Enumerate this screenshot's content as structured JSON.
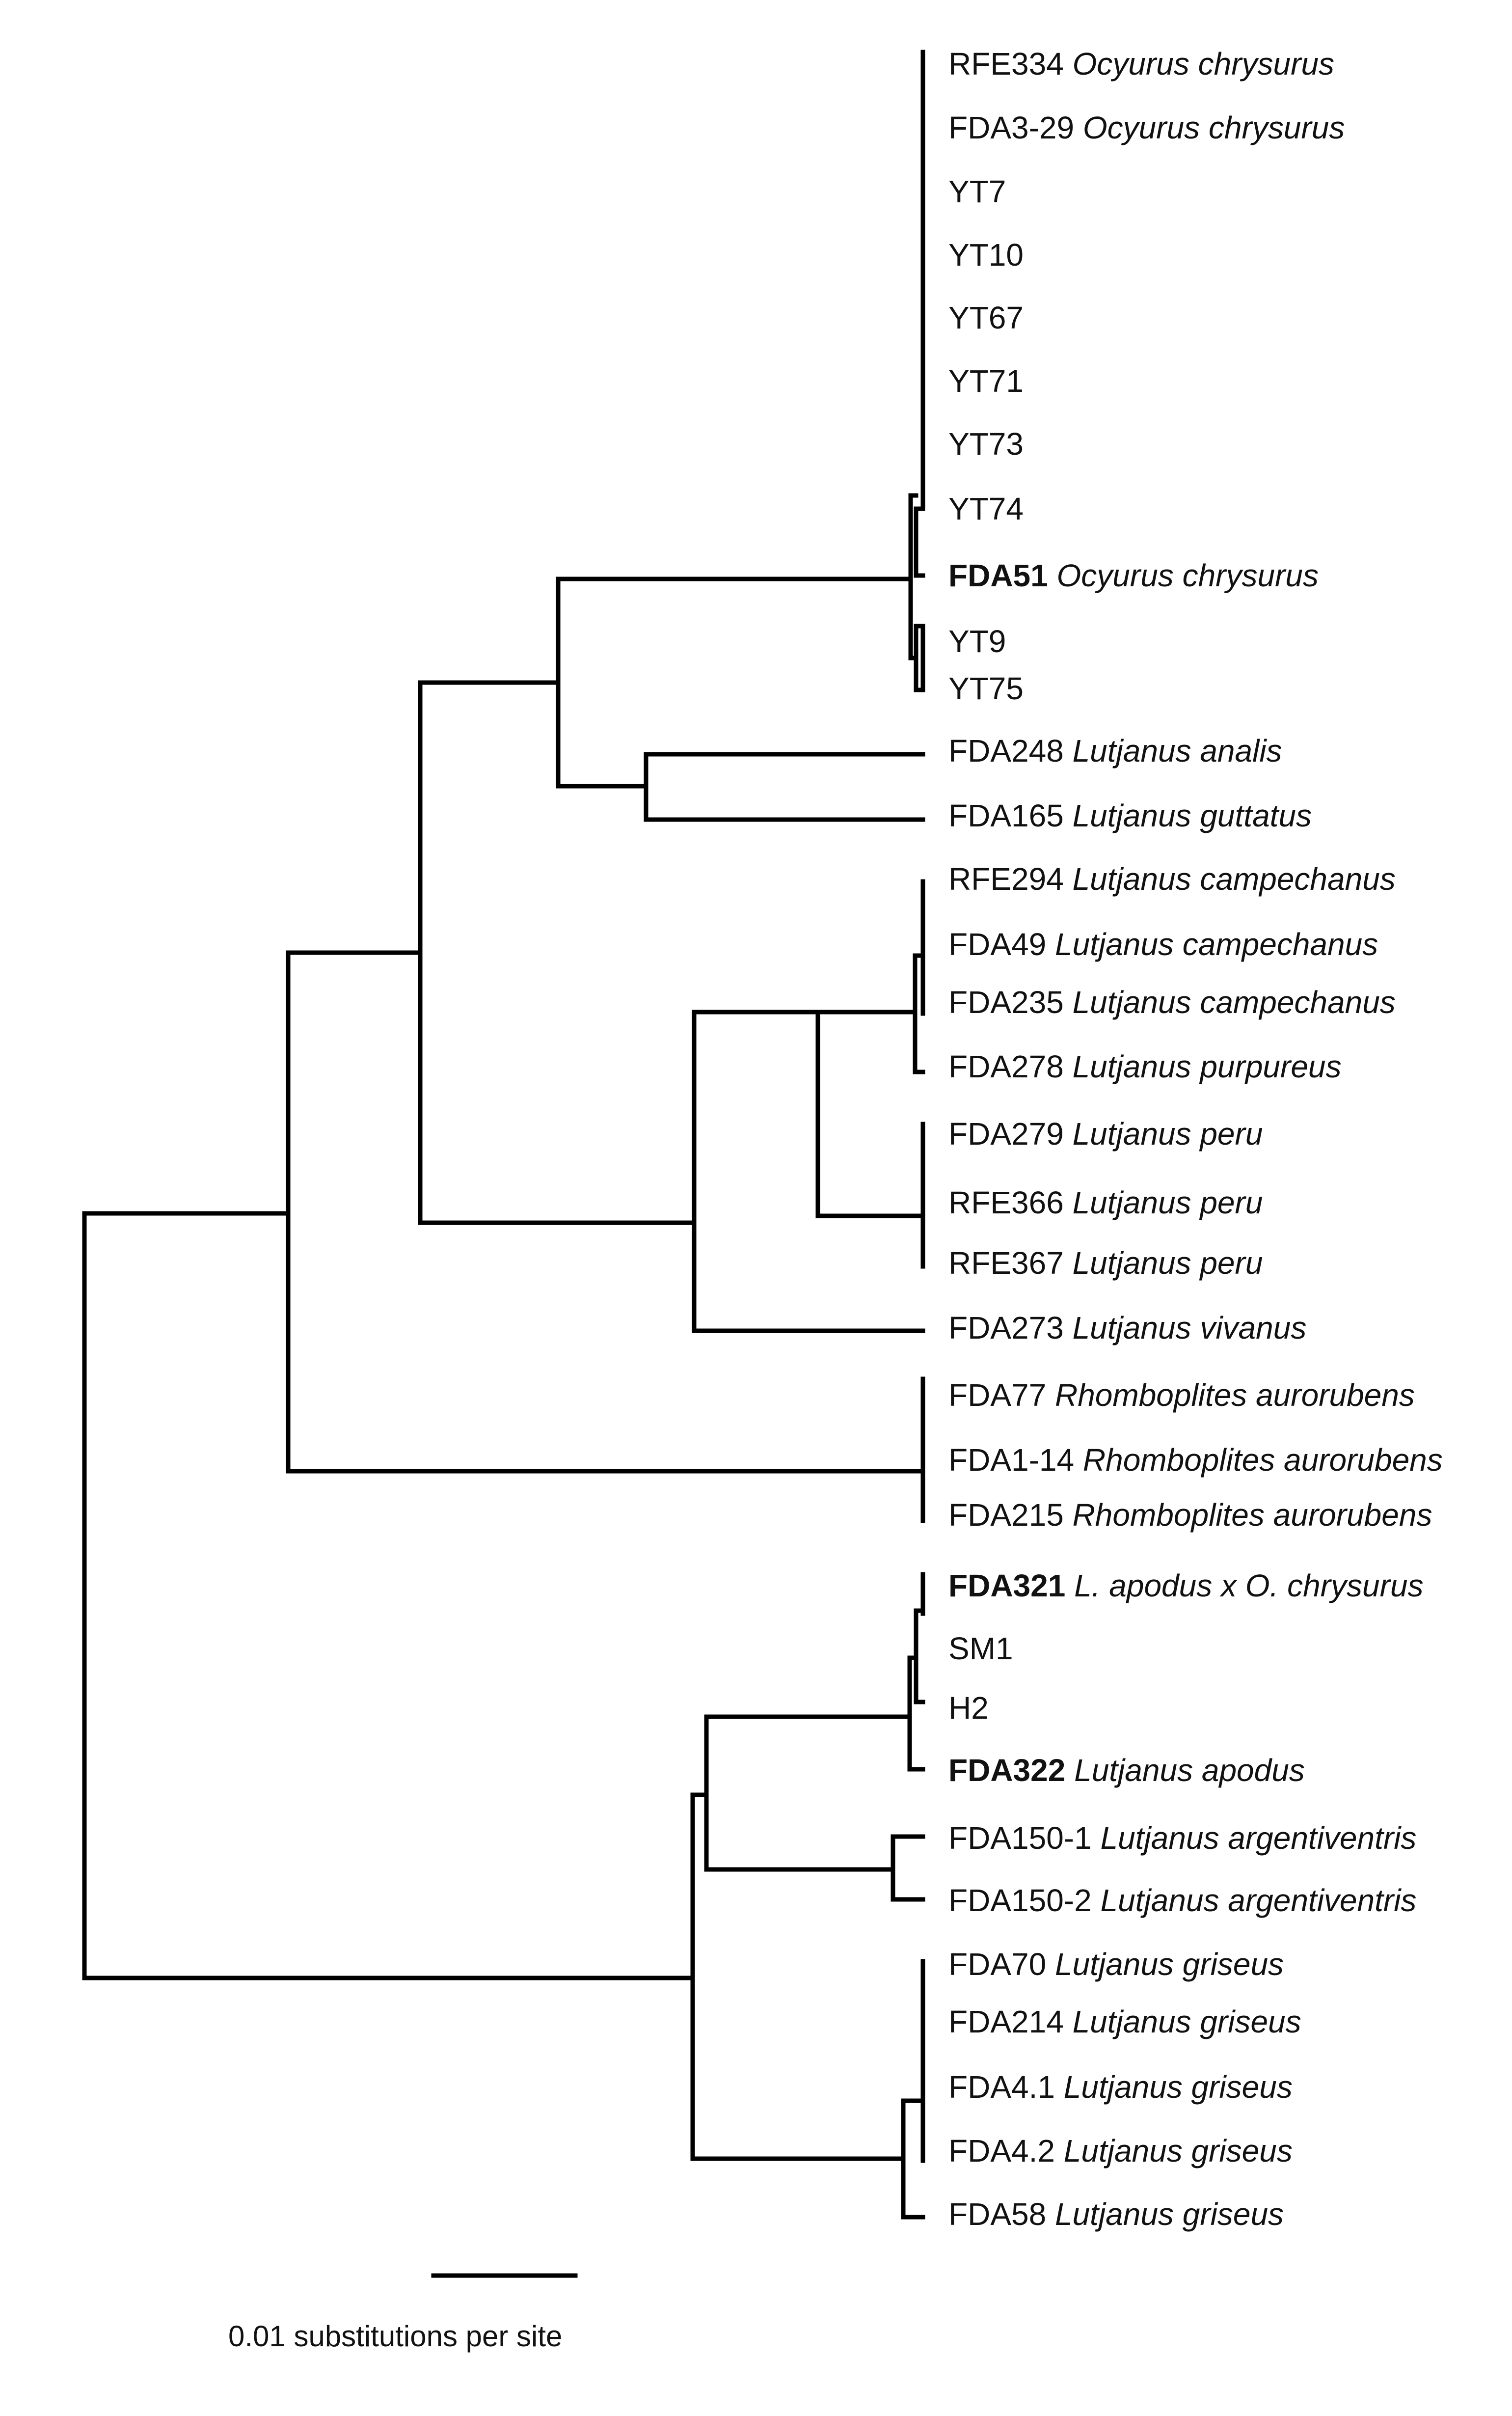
{
  "tree": {
    "leaves": [
      {
        "code": "RFE334",
        "species": "Ocyurus chrysurus",
        "bold": false
      },
      {
        "code": "FDA3-29",
        "species": "Ocyurus chrysurus",
        "bold": false
      },
      {
        "code": "YT7",
        "species": "",
        "bold": false
      },
      {
        "code": "YT10",
        "species": "",
        "bold": false
      },
      {
        "code": "YT67",
        "species": "",
        "bold": false
      },
      {
        "code": "YT71",
        "species": "",
        "bold": false
      },
      {
        "code": "YT73",
        "species": "",
        "bold": false
      },
      {
        "code": "YT74",
        "species": "",
        "bold": false
      },
      {
        "code": "FDA51",
        "species": "Ocyurus chrysurus",
        "bold": true
      },
      {
        "code": "YT9",
        "species": "",
        "bold": false
      },
      {
        "code": "YT75",
        "species": "",
        "bold": false
      },
      {
        "code": "FDA248",
        "species": "Lutjanus analis",
        "bold": false
      },
      {
        "code": "FDA165",
        "species": "Lutjanus guttatus",
        "bold": false
      },
      {
        "code": "RFE294",
        "species": "Lutjanus campechanus",
        "bold": false
      },
      {
        "code": "FDA49",
        "species": "Lutjanus campechanus",
        "bold": false
      },
      {
        "code": "FDA235",
        "species": "Lutjanus campechanus",
        "bold": false
      },
      {
        "code": "FDA278",
        "species": "Lutjanus purpureus",
        "bold": false
      },
      {
        "code": "FDA279",
        "species": "Lutjanus peru",
        "bold": false
      },
      {
        "code": "RFE366",
        "species": "Lutjanus peru",
        "bold": false
      },
      {
        "code": "RFE367",
        "species": "Lutjanus peru",
        "bold": false
      },
      {
        "code": "FDA273",
        "species": "Lutjanus vivanus",
        "bold": false
      },
      {
        "code": "FDA77",
        "species": "Rhomboplites aurorubens",
        "bold": false
      },
      {
        "code": "FDA1-14",
        "species": "Rhomboplites aurorubens",
        "bold": false
      },
      {
        "code": "FDA215",
        "species": "Rhomboplites aurorubens",
        "bold": false
      },
      {
        "code": "FDA321",
        "species": "L. apodus x O. chrysurus",
        "bold": true
      },
      {
        "code": "SM1",
        "species": "",
        "bold": false
      },
      {
        "code": "H2",
        "species": "",
        "bold": false
      },
      {
        "code": "FDA322",
        "species": "Lutjanus apodus",
        "bold": true
      },
      {
        "code": "FDA150-1",
        "species": "Lutjanus argentiventris",
        "bold": false
      },
      {
        "code": "FDA150-2",
        "species": "Lutjanus argentiventris",
        "bold": false
      },
      {
        "code": "FDA70",
        "species": "Lutjanus griseus",
        "bold": false
      },
      {
        "code": "FDA214",
        "species": "Lutjanus griseus",
        "bold": false
      },
      {
        "code": "FDA4.1",
        "species": "Lutjanus griseus",
        "bold": false
      },
      {
        "code": "FDA4.2",
        "species": "Lutjanus griseus",
        "bold": false
      },
      {
        "code": "FDA58",
        "species": "Lutjanus griseus",
        "bold": false
      }
    ],
    "scale_bar": {
      "length": 0.01,
      "label": "0.01 substitutions per site"
    }
  }
}
